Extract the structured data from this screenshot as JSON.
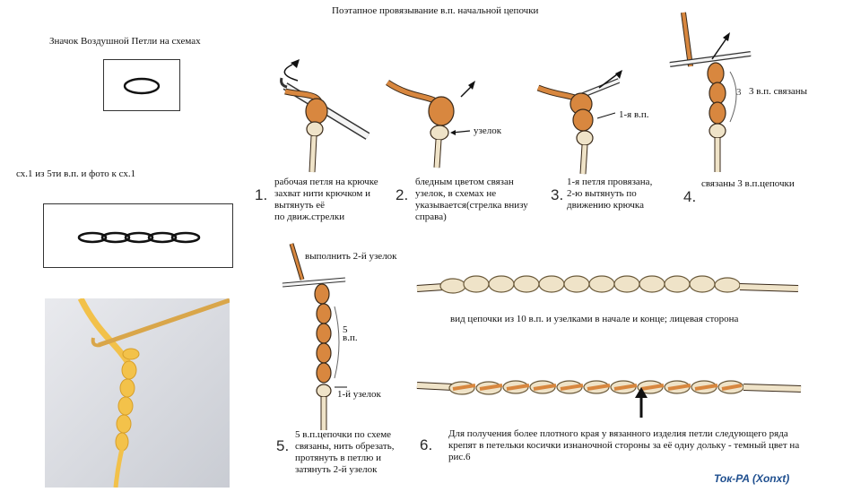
{
  "page_title": "Поэтапное провязывание в.п. начальной цепочки",
  "legend": {
    "symbol_title": "Значок Воздушной Петли на схемах",
    "scheme_title": "сх.1 из 5ти в.п.  и фото к сх.1"
  },
  "steps": [
    {
      "number": "1.",
      "caption": "рабочая петля на крючке\nзахват нити крючком и\nвытянуть её\nпо  движ.стрелки"
    },
    {
      "number": "2.",
      "caption": "бледным цветом связан\nузелок, в схемах не\nуказывается(стрелка внизу\nсправа)",
      "label": "узелок"
    },
    {
      "number": "3.",
      "caption": "1-я петля провязана,\n2-ю вытянуть по\nдвижению крючка",
      "label": "1-я в.п."
    },
    {
      "number": "4.",
      "caption": "связаны 3 в.п.цепочки",
      "label": "3 в.п. связаны",
      "bracket_label": "3"
    },
    {
      "number": "5.",
      "caption": "5 в.п.цепочки по схеме\nсвязаны, нить обрезать,\nпротянуть в петлю и\nзатянуть 2-й узелок",
      "label_top": "выполнить 2-й узелок",
      "label_side_num": "5",
      "label_side": "в.п.",
      "label_bottom": "1-й узелок"
    },
    {
      "number": "6.",
      "caption": "Для получения более плотного края у вязанного изделия петли следующего ряда\nкрепят в петельки косички изнаночной стороны за её одну дольку -  темный цвет на\nрис.6"
    }
  ],
  "chain_front_caption": "вид цепочки из 10 в.п. и узелками в начале и конце; лицевая сторона",
  "signature": "Ток-PA (Xonxt)",
  "colors": {
    "yarn_orange": "#d8873f",
    "yarn_light": "#efe3c8",
    "outline": "#3a2a1a",
    "hook": "#f4f4f4",
    "signature": "#1f4f8f"
  }
}
